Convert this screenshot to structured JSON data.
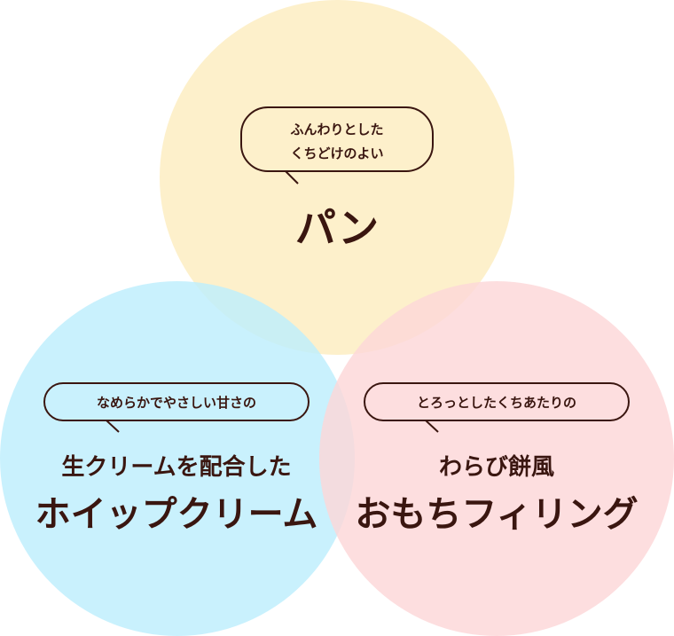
{
  "colors": {
    "top_circle": "#fdeec4",
    "left_circle": "#bdeefc",
    "right_circle": "#fcd7d8",
    "text": "#3a1610"
  },
  "top": {
    "bubble_line1": "ふんわりとした",
    "bubble_line2": "くちどけのよい",
    "title": "パン"
  },
  "left": {
    "bubble": "なめらかでやさしい甘さの",
    "subtitle": "生クリームを配合した",
    "title": "ホイップクリーム"
  },
  "right": {
    "bubble": "とろっとしたくちあたりの",
    "subtitle": "わらび餅風",
    "title": "おもちフィリング"
  }
}
